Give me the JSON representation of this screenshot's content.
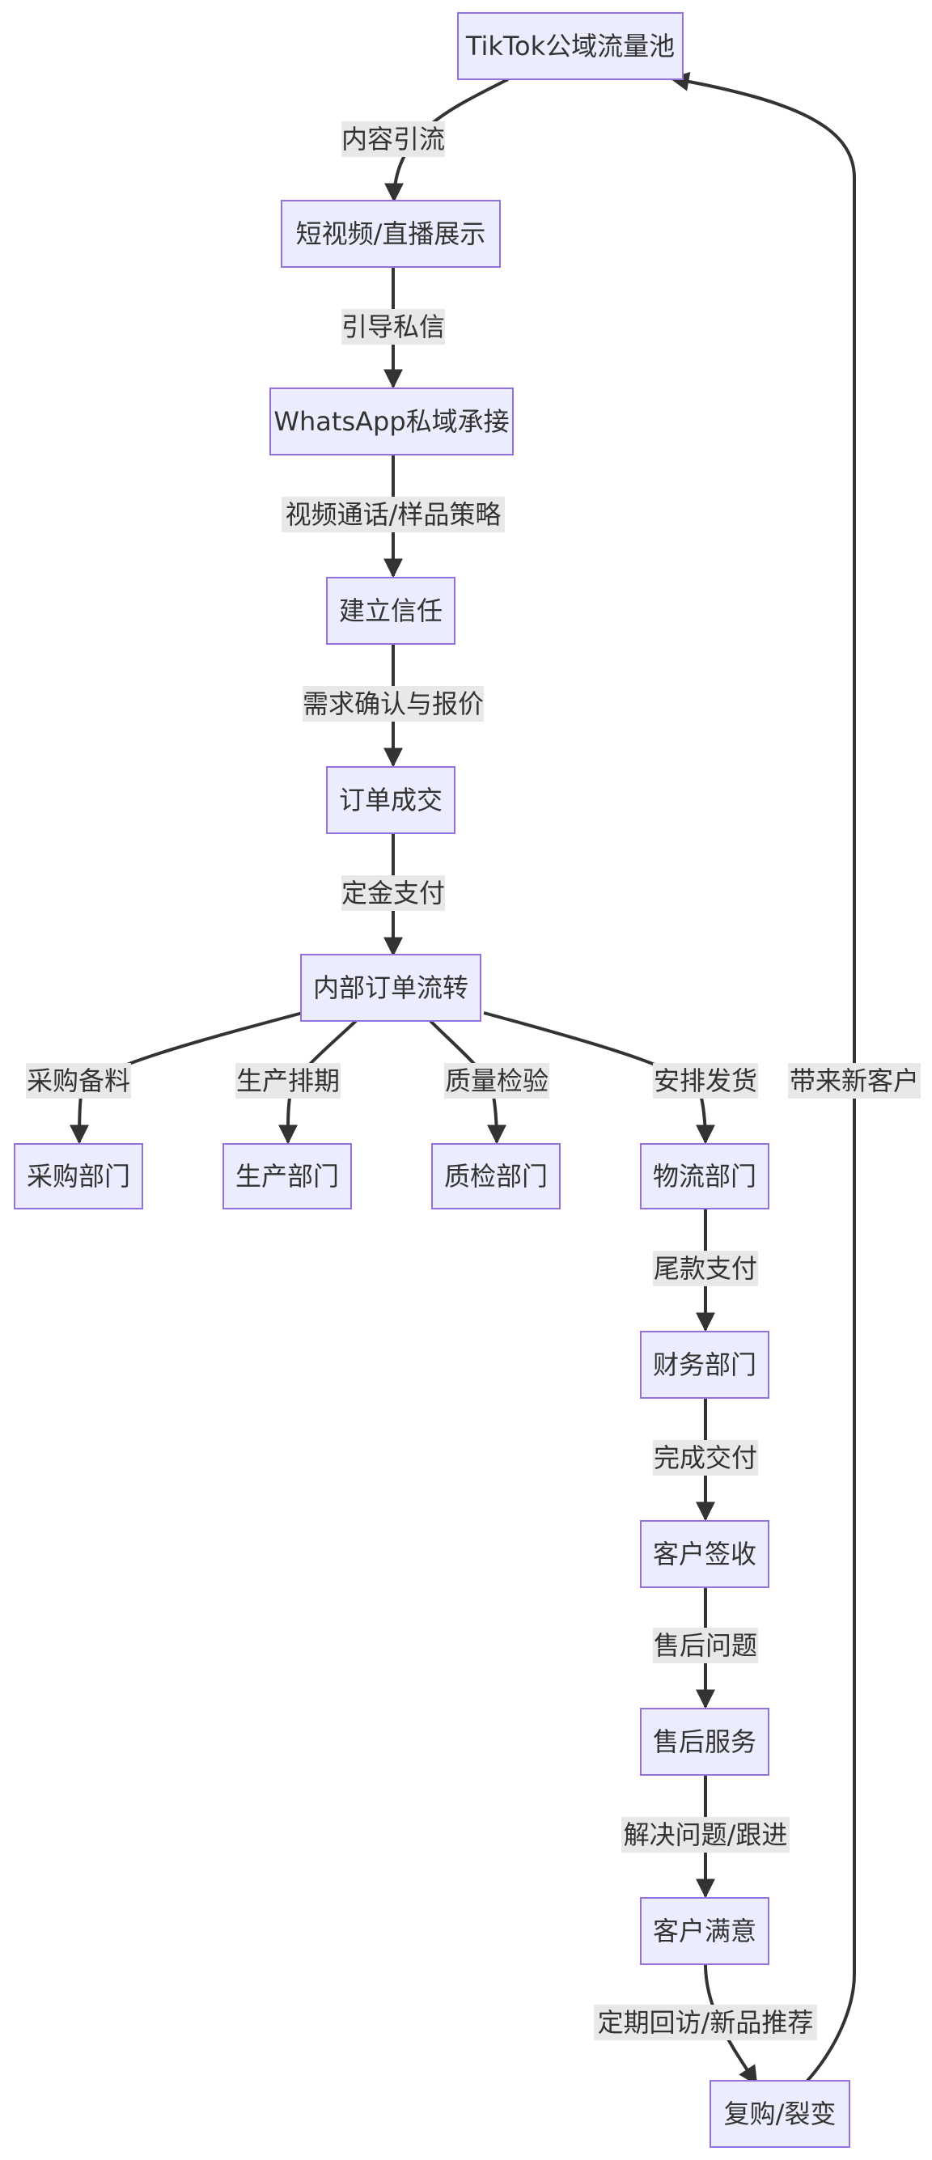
{
  "nodes": {
    "tiktok_pool": "TikTok公域流量池",
    "short_video": "短视频/直播展示",
    "whatsapp": "WhatsApp私域承接",
    "trust": "建立信任",
    "order_deal": "订单成交",
    "internal_order": "内部订单流转",
    "purchasing": "采购部门",
    "production": "生产部门",
    "qc": "质检部门",
    "logistics": "物流部门",
    "finance": "财务部门",
    "customer_sign": "客户签收",
    "after_sales": "售后服务",
    "satisfied": "客户满意",
    "repurchase": "复购/裂变"
  },
  "edges": {
    "content_traffic": "内容引流",
    "guide_dm": "引导私信",
    "video_call_sample": "视频通话/样品策略",
    "confirm_quote": "需求确认与报价",
    "deposit": "定金支付",
    "purchase_prep": "采购备料",
    "production_schedule": "生产排期",
    "quality_check": "质量检验",
    "arrange_shipping": "安排发货",
    "final_payment": "尾款支付",
    "complete_delivery": "完成交付",
    "after_sales_issue": "售后问题",
    "resolve_followup": "解决问题/跟进",
    "revisit_recommend": "定期回访/新品推荐",
    "new_customers": "带来新客户"
  }
}
